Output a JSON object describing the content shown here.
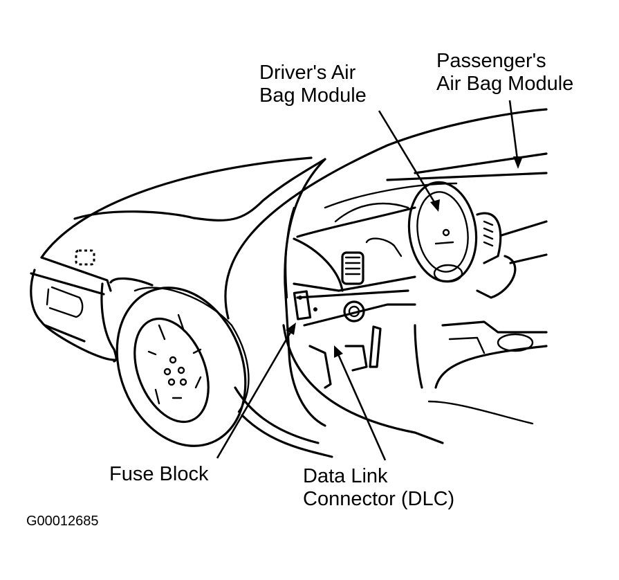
{
  "figure": {
    "id_code": "G00012685",
    "labels": {
      "drivers_air_bag": [
        "Driver's Air",
        "Bag Module"
      ],
      "passengers_air_bag": [
        "Passenger's",
        "Air Bag Module"
      ],
      "fuse_block": [
        "Fuse Block"
      ],
      "dlc": [
        "Data Link",
        "Connector (DLC)"
      ]
    },
    "colors": {
      "ink": "#000000",
      "paper": "#ffffff"
    }
  }
}
